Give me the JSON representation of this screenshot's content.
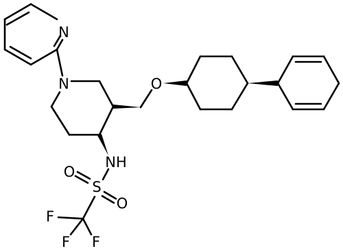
{
  "molecule": {
    "atoms": {
      "pyridine_n": "N",
      "piperidine_n": "N",
      "ether_o": "O",
      "amide_nh": "NH",
      "sulfur": "S",
      "sulfonyl_o_left": "O",
      "sulfonyl_o_right": "O",
      "fluorine_top": "F",
      "fluorine_bottom_left": "F",
      "fluorine_bottom_right": "F"
    }
  }
}
